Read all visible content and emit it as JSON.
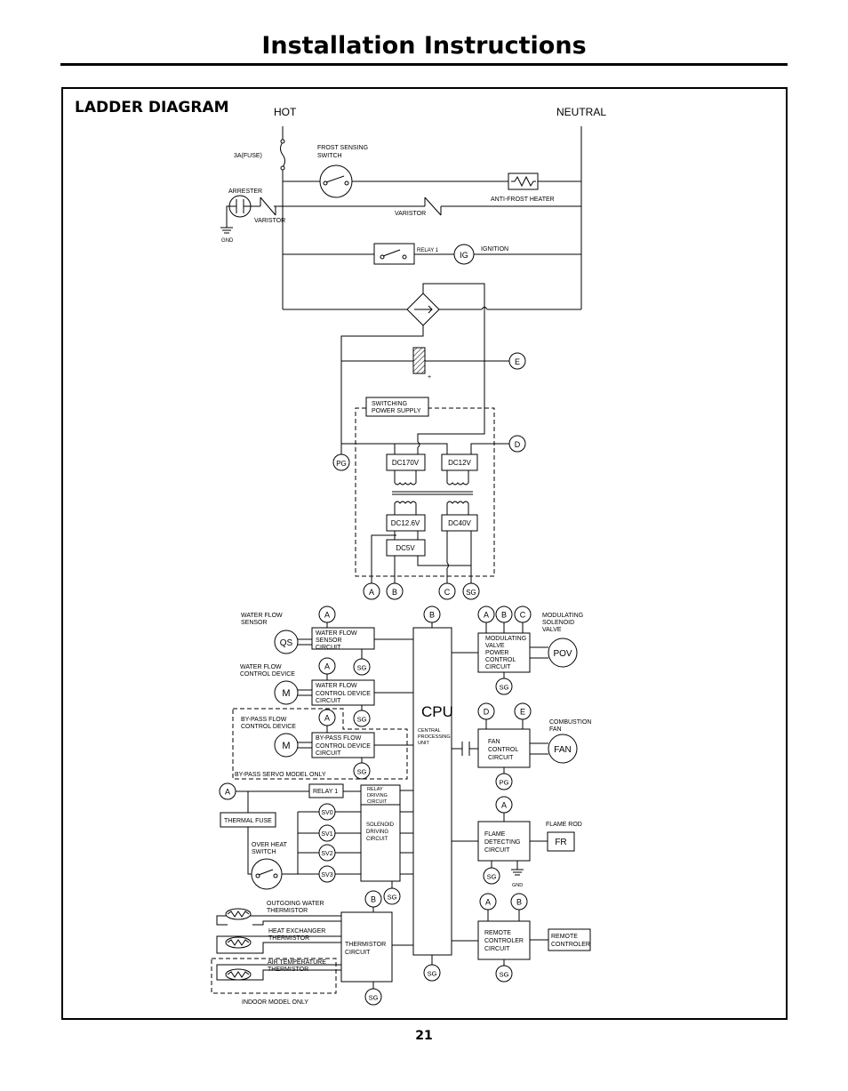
{
  "header": {
    "title": "Installation Instructions"
  },
  "section_title": "LADDER DIAGRAM",
  "page_number": "21",
  "power": {
    "hot": "HOT",
    "neutral": "NEUTRAL",
    "fuse": "3A(FUSE)",
    "frost_switch": [
      "FROST SENSING",
      "SWITCH"
    ],
    "arrester": "ARRESTER",
    "varistor_left": "VARISTOR",
    "gnd": "GND",
    "varistor_mid": "VARISTOR",
    "heater": "ANTI-FROST HEATER",
    "relay": "RELAY 1",
    "ig": "IG",
    "ignition": "IGNITION",
    "switching_ps": [
      "SWITCHING",
      "POWER SUPPLY"
    ],
    "dc170": "DC170V",
    "dc12": "DC12V",
    "dc126": "DC12.6V",
    "dc40": "DC40V",
    "dc5": "DC5V",
    "pg": "PG",
    "e": "E",
    "d": "D",
    "a": "A",
    "b": "B",
    "c": "C",
    "sg": "SG",
    "plus": "+"
  },
  "control": {
    "cpu": "CPU",
    "cpu_sub": [
      "CENTRAL",
      "PROCESSING",
      "UNIT"
    ],
    "wf_sensor_label": [
      "WATER FLOW",
      "SENSOR"
    ],
    "wf_sensor_box": [
      "WATER FLOW",
      "SENSOR",
      "CIRCUIT"
    ],
    "qs": "QS",
    "wf_control_label": [
      "WATER FLOW",
      "CONTROL DEVICE"
    ],
    "wf_control_box": [
      "WATER FLOW",
      "CONTROL DEVICE",
      "CIRCUIT"
    ],
    "m": "M",
    "bypass_label": [
      "BY-PASS FLOW",
      "CONTROL DEVICE"
    ],
    "bypass_box": [
      "BY-PASS FLOW",
      "CONTROL DEVICE",
      "CIRCUIT"
    ],
    "bypass_note": "BY-PASS SERVO MODEL ONLY",
    "relay1": "RELAY 1",
    "relay_driving": [
      "RELAY",
      "DRIVING",
      "CIRCUIT"
    ],
    "thermal_fuse": "THERMAL FUSE",
    "over_heat": [
      "OVER HEAT",
      "SWITCH"
    ],
    "sv": [
      "SV0",
      "SV1",
      "SV2",
      "SV3"
    ],
    "solenoid": [
      "SOLENOID",
      "DRIVING",
      "CIRCUIT"
    ],
    "th_out": [
      "OUTGOING WATER",
      "THERMISTOR"
    ],
    "th_hx": [
      "HEAT EXCHANGER",
      "THERMISTOR"
    ],
    "th_air": [
      "AIR TEMPERATURE",
      "THERMISTOR"
    ],
    "indoor_note": "INDOOR MODEL ONLY",
    "thermistor_box": [
      "THERMISTOR",
      "CIRCUIT"
    ],
    "msv_label": [
      "MODULATING",
      "SOLENOID",
      "VALVE"
    ],
    "msv_box": [
      "MODULATING",
      "VALVE",
      "POWER",
      "CONTROL",
      "CIRCUIT"
    ],
    "pov": "POV",
    "fan_label": [
      "COMBUSTION",
      "FAN"
    ],
    "fan_box": [
      "FAN",
      "CONTROL",
      "CIRCUIT"
    ],
    "fan": "FAN",
    "flame_box": [
      "FLAME",
      "DETECTING",
      "CIRCUIT"
    ],
    "flame_rod": "FLAME ROD",
    "fr": "FR",
    "gnd": "GND",
    "remote_box": [
      "REMOTE",
      "CONTROLER",
      "CIRCUIT"
    ],
    "remote": [
      "REMOTE",
      "CONTROLER"
    ],
    "a": "A",
    "b": "B",
    "c": "C",
    "d": "D",
    "e": "E",
    "sg": "SG",
    "pg": "PG"
  }
}
